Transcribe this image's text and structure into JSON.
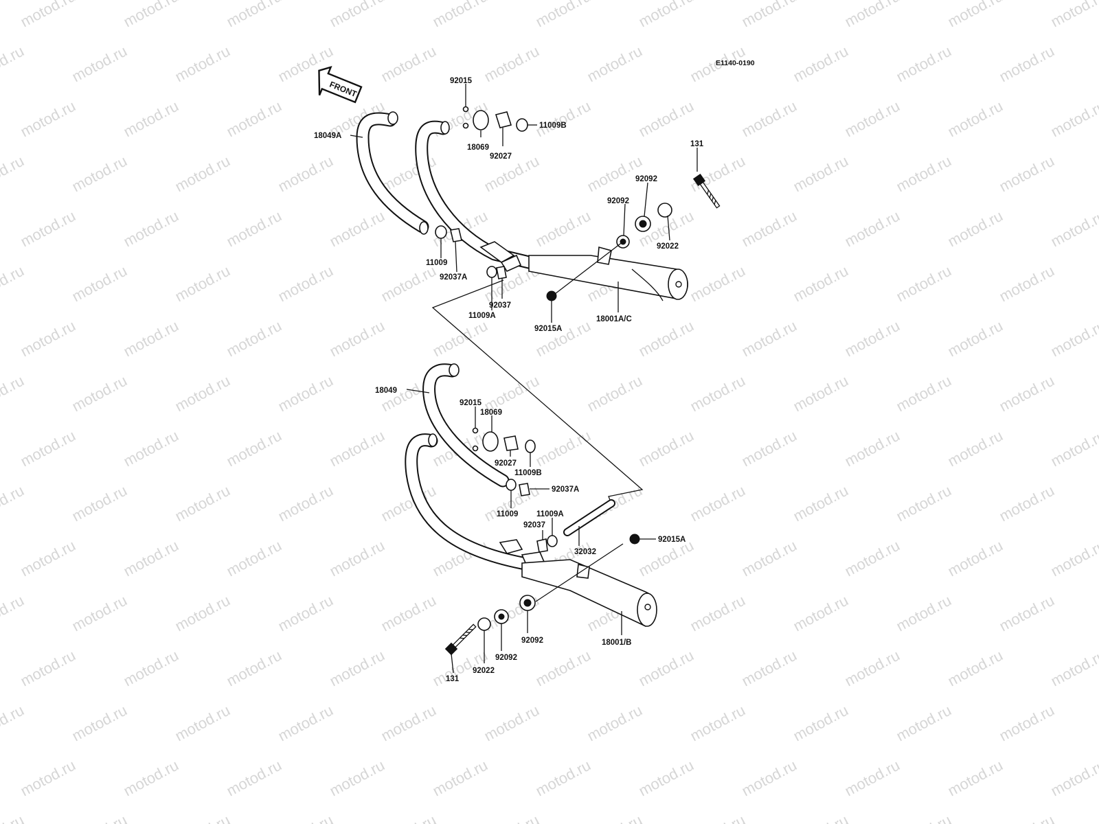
{
  "watermark": "motod.ru",
  "diagram_code": "E1140-0190",
  "front_arrow_label": "FRONT",
  "upper": {
    "labels": {
      "p18049A": "18049A",
      "p92015": "92015",
      "p18069": "18069",
      "p92027": "92027",
      "p11009B": "11009B",
      "p131": "131",
      "p92092a": "92092",
      "p92092b": "92092",
      "p92022": "92022",
      "p11009": "11009",
      "p92037A": "92037A",
      "p11009A": "11009A",
      "p92037": "92037",
      "p92015A": "92015A",
      "p18001AC": "18001A/C"
    }
  },
  "lower": {
    "labels": {
      "p18049": "18049",
      "p92015": "92015",
      "p18069": "18069",
      "p92027": "92027",
      "p11009B": "11009B",
      "p92037A": "92037A",
      "p11009": "11009",
      "p11009A": "11009A",
      "p92037": "92037",
      "p32032": "32032",
      "p92015A": "92015A",
      "p92092a": "92092",
      "p92092b": "92092",
      "p18001B": "18001/B",
      "p131": "131",
      "p92022": "92022"
    }
  }
}
